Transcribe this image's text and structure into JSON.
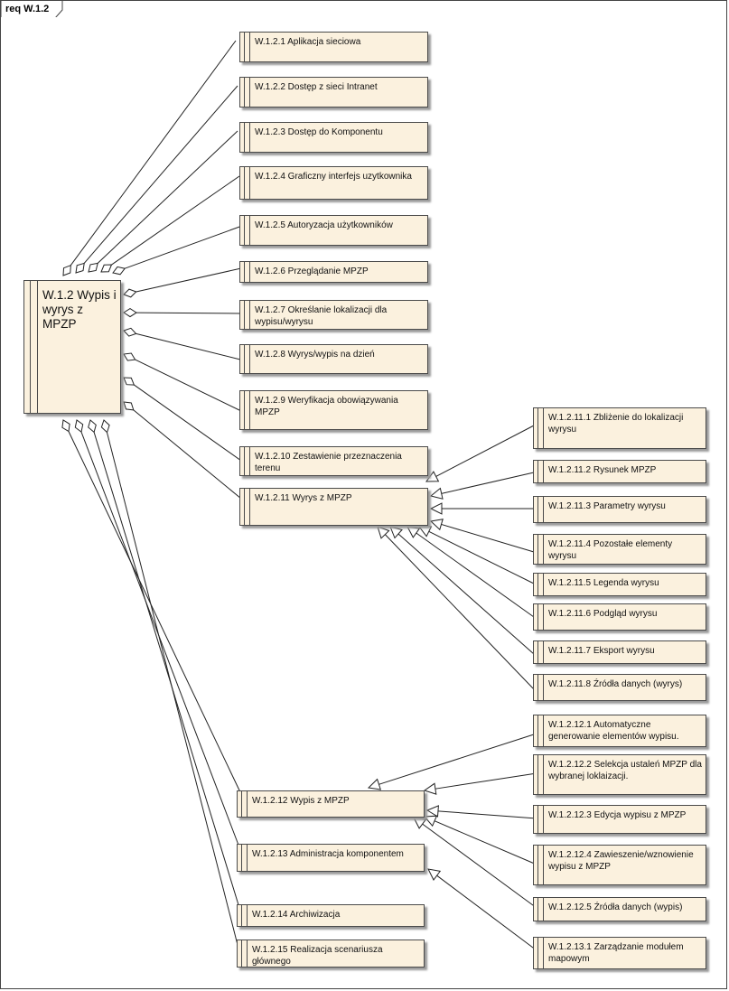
{
  "diagram": {
    "frame_label": "req W.1.2",
    "main": {
      "id": "main",
      "label": "W.1.2 Wypis i wyrys z MPZP"
    },
    "nodes": [
      {
        "id": "n1",
        "label": "W.1.2.1 Aplikacja sieciowa"
      },
      {
        "id": "n2",
        "label": "W.1.2.2 Dostęp z sieci Intranet"
      },
      {
        "id": "n3",
        "label": "W.1.2.3 Dostęp do Komponentu"
      },
      {
        "id": "n4",
        "label": "W.1.2.4 Graficzny interfejs uzytkownika"
      },
      {
        "id": "n5",
        "label": "W.1.2.5 Autoryzacja użytkowników"
      },
      {
        "id": "n6",
        "label": "W.1.2.6 Przeglądanie MPZP"
      },
      {
        "id": "n7",
        "label": "W.1.2.7 Określanie lokalizacji dla wypisu/wyrysu"
      },
      {
        "id": "n8",
        "label": "W.1.2.8 Wyrys/wypis na dzień"
      },
      {
        "id": "n9",
        "label": "W.1.2.9 Weryfikacja obowiązywania MPZP"
      },
      {
        "id": "n10",
        "label": "W.1.2.10 Zestawienie przeznaczenia terenu"
      },
      {
        "id": "n11",
        "label": "W.1.2.11 Wyrys z MPZP"
      },
      {
        "id": "n12",
        "label": "W.1.2.12 Wypis z MPZP"
      },
      {
        "id": "n13",
        "label": "W.1.2.13 Administracja komponentem"
      },
      {
        "id": "n14",
        "label": "W.1.2.14 Archiwizacja"
      },
      {
        "id": "n15",
        "label": "W.1.2.15 Realizacja scenariusza głównego"
      },
      {
        "id": "n11_1",
        "label": "W.1.2.11.1 Zbliżenie do lokalizacji wyrysu"
      },
      {
        "id": "n11_2",
        "label": "W.1.2.11.2 Rysunek MPZP"
      },
      {
        "id": "n11_3",
        "label": "W.1.2.11.3 Parametry wyrysu"
      },
      {
        "id": "n11_4",
        "label": "W.1.2.11.4 Pozostałe elementy wyrysu"
      },
      {
        "id": "n11_5",
        "label": "W.1.2.11.5 Legenda wyrysu"
      },
      {
        "id": "n11_6",
        "label": "W.1.2.11.6 Podgląd wyrysu"
      },
      {
        "id": "n11_7",
        "label": "W.1.2.11.7 Eksport wyrysu"
      },
      {
        "id": "n11_8",
        "label": "W.1.2.11.8 Źródła danych (wyrys)"
      },
      {
        "id": "n12_1",
        "label": "W.1.2.12.1 Automatyczne generowanie elementów wypisu."
      },
      {
        "id": "n12_2",
        "label": "W.1.2.12.2 Selekcja ustaleń MPZP dla wybranej loklaizacji."
      },
      {
        "id": "n12_3",
        "label": "W.1.2.12.3 Edycja wypisu z MPZP"
      },
      {
        "id": "n12_4",
        "label": "W.1.2.12.4 Zawieszenie/wznowienie wypisu z MPZP"
      },
      {
        "id": "n12_5",
        "label": "W.1.2.12.5 Źródła danych (wypis)"
      },
      {
        "id": "n13_1",
        "label": "W.1.2.13.1 Zarządzanie modułem mapowym"
      }
    ],
    "aggregations": [
      "n1",
      "n2",
      "n3",
      "n4",
      "n5",
      "n6",
      "n7",
      "n8",
      "n9",
      "n10",
      "n11",
      "n12",
      "n13",
      "n14",
      "n15"
    ],
    "generalizations": [
      {
        "from": "n11_1",
        "to": "n11"
      },
      {
        "from": "n11_2",
        "to": "n11"
      },
      {
        "from": "n11_3",
        "to": "n11"
      },
      {
        "from": "n11_4",
        "to": "n11"
      },
      {
        "from": "n11_5",
        "to": "n11"
      },
      {
        "from": "n11_6",
        "to": "n11"
      },
      {
        "from": "n11_7",
        "to": "n11"
      },
      {
        "from": "n11_8",
        "to": "n11"
      },
      {
        "from": "n12_1",
        "to": "n12"
      },
      {
        "from": "n12_2",
        "to": "n12"
      },
      {
        "from": "n12_3",
        "to": "n12"
      },
      {
        "from": "n12_4",
        "to": "n12"
      },
      {
        "from": "n12_5",
        "to": "n12"
      },
      {
        "from": "n13_1",
        "to": "n13"
      }
    ]
  }
}
